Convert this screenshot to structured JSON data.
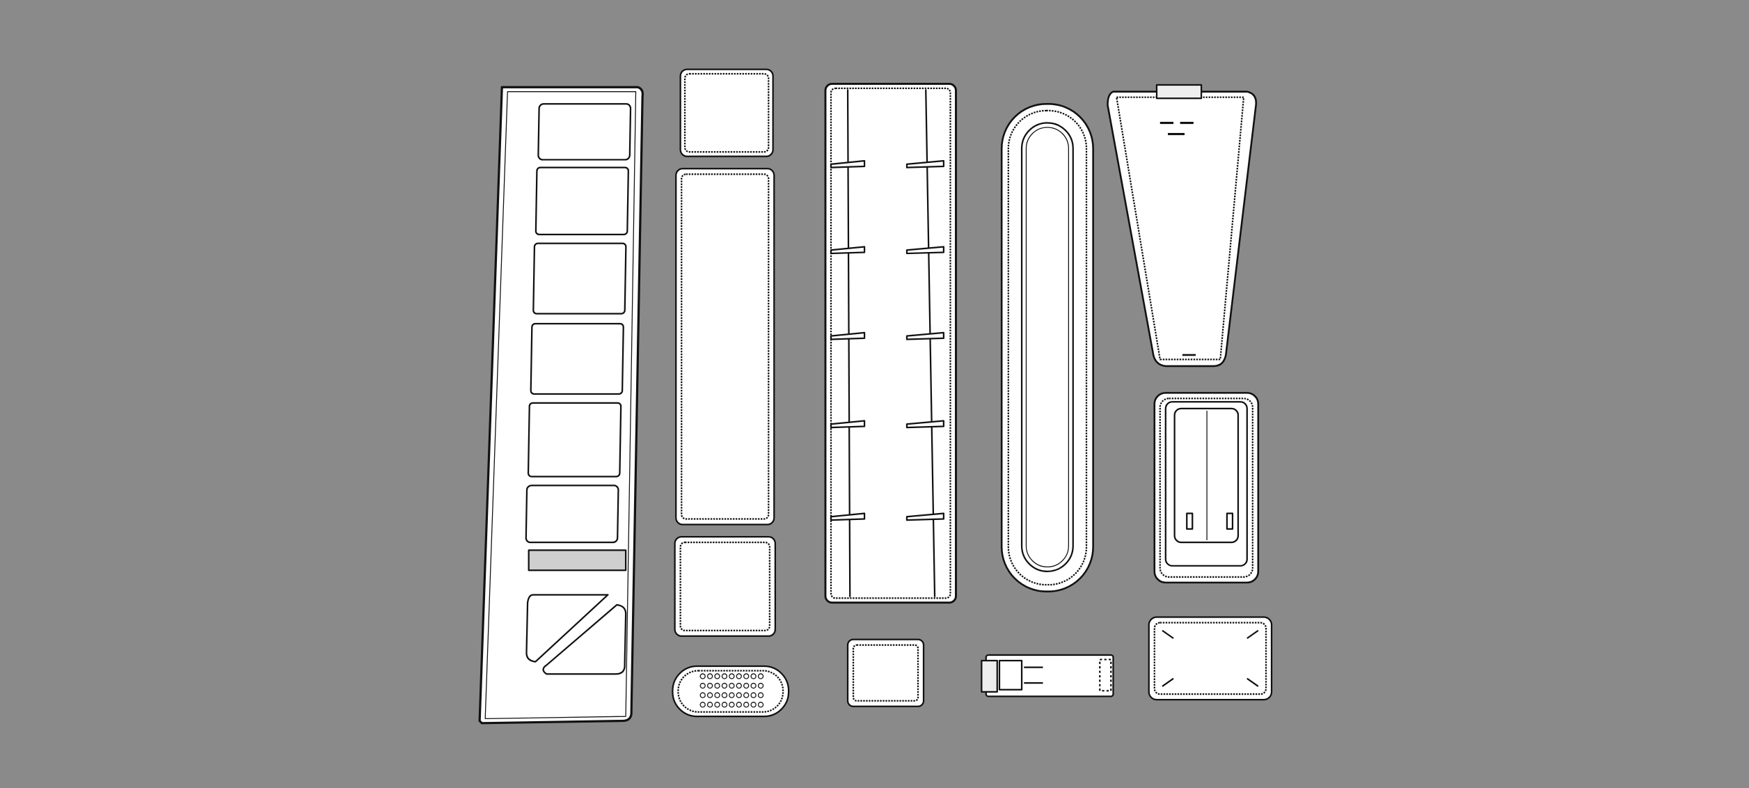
{
  "colors": {
    "background": "#8a8a8a",
    "part_fill": "#ffffff",
    "outline": "#111111",
    "shade": "#cfcfcf"
  },
  "scene": {
    "parts": [
      "tall-slotted-panel",
      "small-square-plate",
      "long-rect-plate",
      "medium-square-plate",
      "perforated-pill-plate",
      "tabbed-rail-panel",
      "small-square-cap",
      "stadium-ring",
      "connector-block",
      "tapered-fin",
      "framed-tray",
      "mount-plate"
    ]
  }
}
